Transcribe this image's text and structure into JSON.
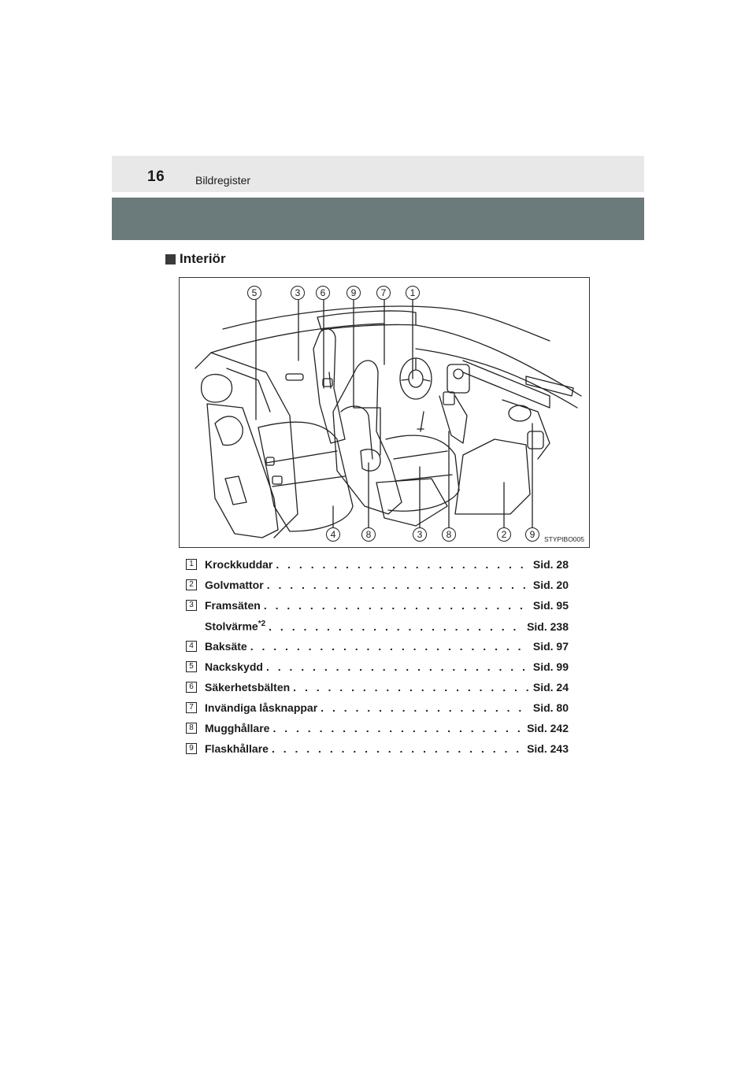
{
  "header": {
    "page_number": "16",
    "title": "Bildregister"
  },
  "section": {
    "title": "Interiör"
  },
  "figure": {
    "code": "STYPIBO005",
    "top_callouts": [
      "5",
      "3",
      "6",
      "9",
      "7",
      "1"
    ],
    "bottom_callouts": [
      "4",
      "8",
      "3",
      "8",
      "2",
      "9"
    ]
  },
  "legend": [
    {
      "num": "1",
      "label": "Krockkuddar",
      "page": "Sid. 28"
    },
    {
      "num": "2",
      "label": "Golvmattor",
      "page": "Sid. 20"
    },
    {
      "num": "3",
      "label": "Framsäten",
      "page": "Sid. 95"
    },
    {
      "num": "",
      "label": "Stolvärme",
      "sup": "*2",
      "page": "Sid. 238"
    },
    {
      "num": "4",
      "label": "Baksäte",
      "page": "Sid. 97"
    },
    {
      "num": "5",
      "label": "Nackskydd",
      "page": "Sid. 99"
    },
    {
      "num": "6",
      "label": "Säkerhetsbälten",
      "page": "Sid. 24"
    },
    {
      "num": "7",
      "label": "Invändiga låsknappar",
      "page": "Sid. 80"
    },
    {
      "num": "8",
      "label": "Mugghållare",
      "page": "Sid. 242"
    },
    {
      "num": "9",
      "label": "Flaskhållare",
      "page": "Sid. 243"
    }
  ]
}
